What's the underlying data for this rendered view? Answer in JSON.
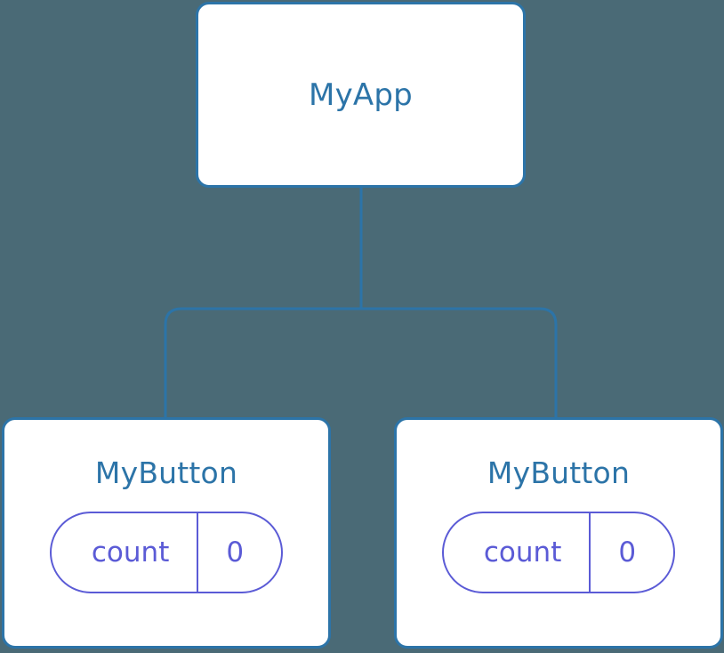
{
  "diagram": {
    "type": "component-tree",
    "background_color": "#4a6a76",
    "node_border_color": "#2c74a8",
    "node_title_color": "#2c74a8",
    "edge_color": "#2c74a8",
    "prop_color": "#5b5bd6",
    "root": {
      "title": "MyApp"
    },
    "children": [
      {
        "title": "MyButton",
        "prop": {
          "key": "count",
          "value": "0"
        }
      },
      {
        "title": "MyButton",
        "prop": {
          "key": "count",
          "value": "0"
        }
      }
    ]
  }
}
